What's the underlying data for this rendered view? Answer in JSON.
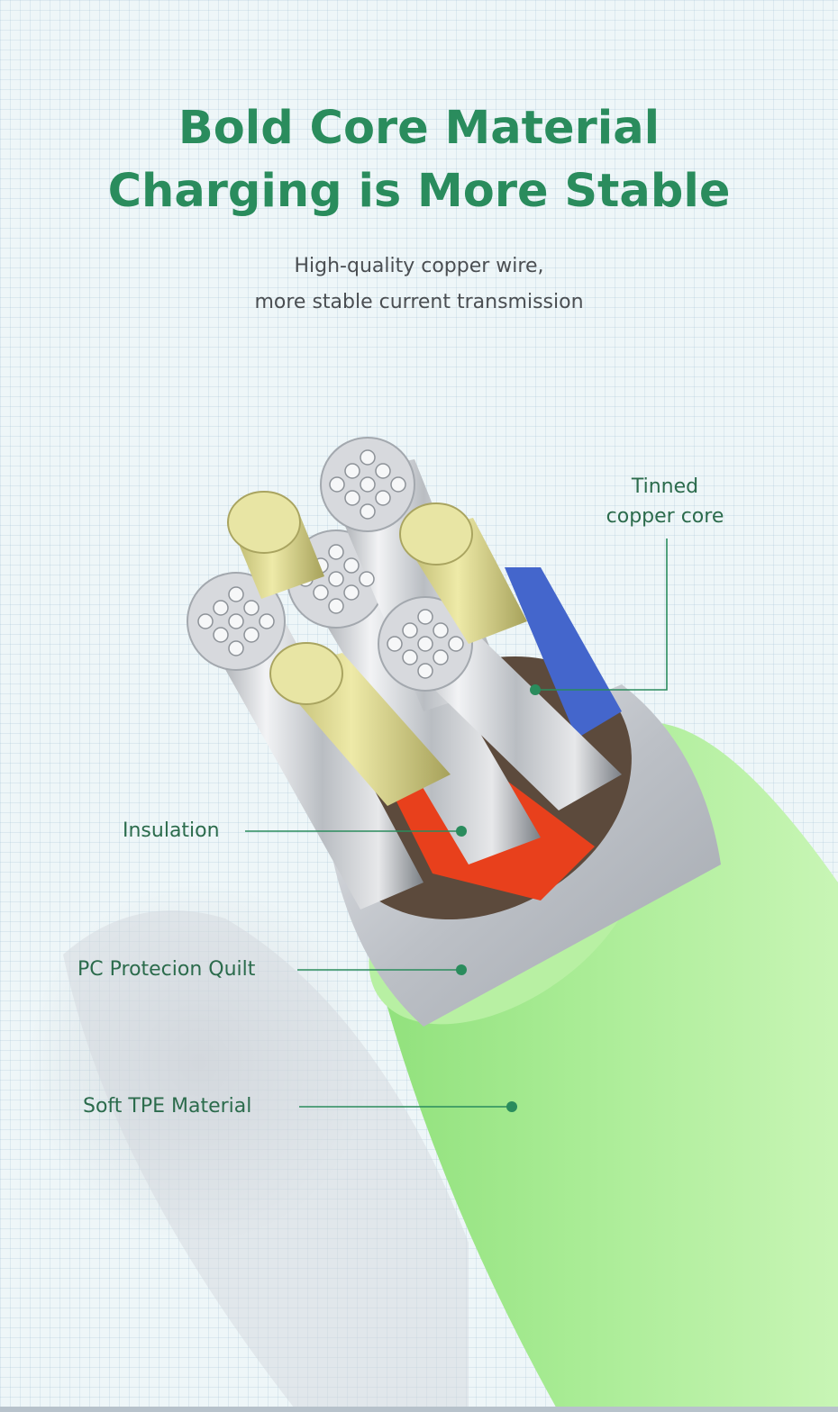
{
  "heading": {
    "line1": "Bold Core Material",
    "line2": "Charging is More Stable"
  },
  "subheading": {
    "line1": "High-quality copper wire,",
    "line2": "more stable current transmission"
  },
  "callouts": {
    "tinned_line1": "Tinned",
    "tinned_line2": "copper core",
    "insulation": "Insulation",
    "pc_quilt": "PC Protecion Quilt",
    "tpe": "Soft TPE Material"
  },
  "colors": {
    "title_green": "#2a8c5d",
    "label_green": "#2b6b4c",
    "jacket_green": "#a8e895",
    "insulation_red": "#e8401c",
    "insulation_blue": "#4466cc",
    "copper_tin": "#e6e29a"
  }
}
